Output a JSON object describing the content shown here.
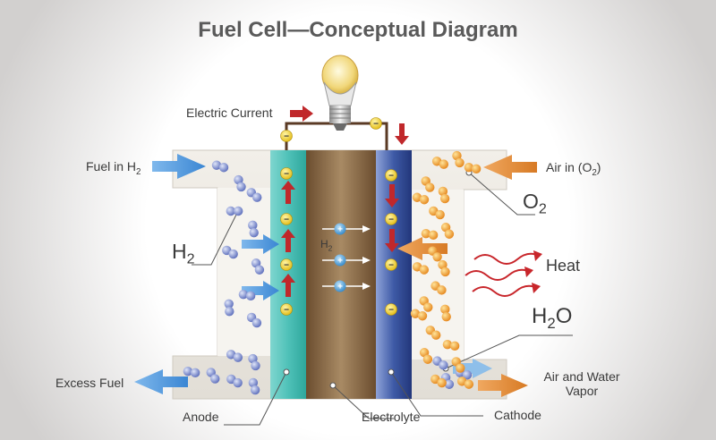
{
  "title": "Fuel Cell—Conceptual Diagram",
  "labels": {
    "electric_current": "Electric Current",
    "fuel_in": "Fuel in H",
    "fuel_in_sub": "2",
    "air_in": "Air in (O",
    "air_in_sub": "2",
    "air_in_close": ")",
    "h2_big": "H",
    "h2_big_sub": "2",
    "o2_big": "O",
    "o2_big_sub": "2",
    "h2_small": "H",
    "h2_small_sub": "2",
    "heat": "Heat",
    "h2o_h": "H",
    "h2o_sub": "2",
    "h2o_o": "O",
    "excess_fuel": "Excess Fuel",
    "air_water_line1": "Air and Water",
    "air_water_line2": "Vapor",
    "anode": "Anode",
    "electrolyte": "Electrolyte",
    "cathode": "Cathode"
  },
  "symbols": {
    "electron": "−",
    "proton": "+"
  },
  "colors": {
    "background_glow": "#ffffff",
    "background_edge": "#d2d0cf",
    "cell_body": "#ebe8e1",
    "anode": "#4fc1b8",
    "electrolyte": "#8a6a44",
    "cathode": "#3e5aa6",
    "h2_molecule": "#6f80c8",
    "o2_molecule": "#f2a21e",
    "electron": "#f3d21a",
    "proton": "#4aa3dc",
    "arrow_red": "#c0282b",
    "arrow_blue": "#4a93d9",
    "arrow_orange": "#e08a2e",
    "heat_red": "#c8262b"
  },
  "icons": [
    "light-bulb-icon",
    "electron-icon",
    "proton-icon",
    "h2-molecule-icon",
    "o2-molecule-icon",
    "flow-arrow-icon",
    "heat-wave-icon"
  ]
}
